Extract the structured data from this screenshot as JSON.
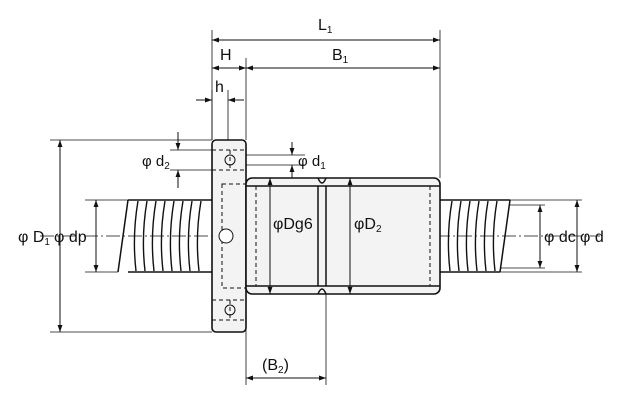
{
  "labels": {
    "L1": {
      "main": "L",
      "sub": "1"
    },
    "H": {
      "main": "H"
    },
    "B1": {
      "main": "B",
      "sub": "1"
    },
    "h": {
      "main": "h"
    },
    "d2": {
      "main": "φ d",
      "sub": "2"
    },
    "d1": {
      "main": "φ d",
      "sub": "1"
    },
    "D1": {
      "main": "φ D",
      "sub": "1"
    },
    "dp": {
      "main": "φ dp"
    },
    "Dg6": {
      "main": "φDg6"
    },
    "D2": {
      "main": "φD",
      "sub": "2"
    },
    "dc": {
      "main": "φ dc"
    },
    "d": {
      "main": "φ d"
    },
    "B2": {
      "open": "(B",
      "sub": "2",
      "close": ")"
    }
  }
}
